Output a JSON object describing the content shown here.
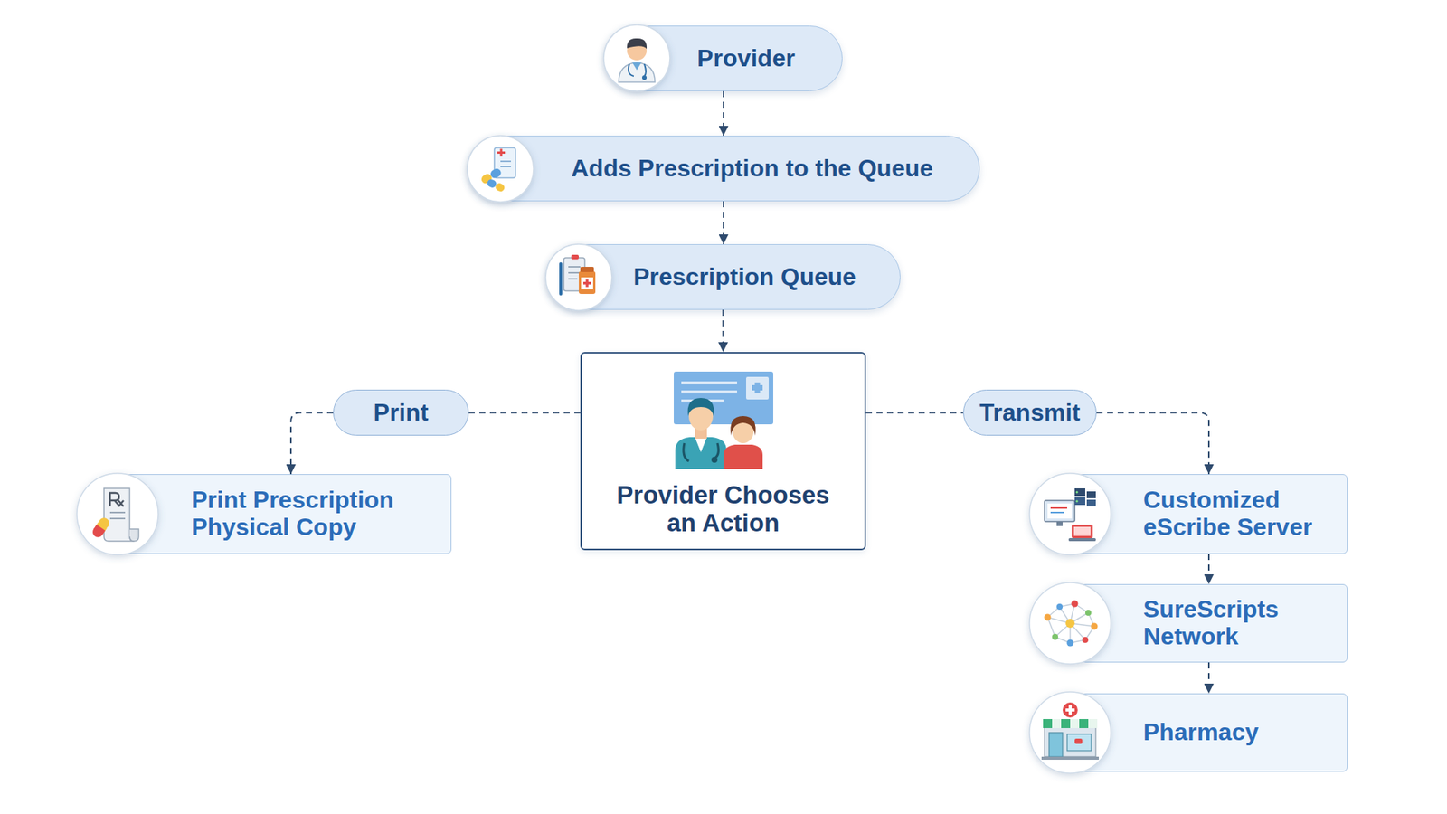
{
  "diagram": {
    "nodes": [
      {
        "text": [
          "Provider"
        ]
      },
      {
        "text": [
          "Adds Prescription to the Queue"
        ]
      },
      {
        "text": [
          "Prescription Queue"
        ]
      },
      {
        "text": [
          "Print"
        ]
      },
      {
        "text": [
          "Provider Chooses an Action"
        ]
      },
      {
        "text": [
          "Transmit"
        ]
      },
      {
        "text": [
          "Print Prescription Physical Copy"
        ]
      },
      {
        "text": [
          "Customized eScribe Server"
        ]
      },
      {
        "text": [
          "SureScripts Network"
        ]
      },
      {
        "text": [
          "Pharmacy"
        ]
      }
    ],
    "edges": [
      {
        "from": 0,
        "to": 1,
        "arrow": "to"
      },
      {
        "from": 1,
        "to": 2,
        "arrow": "to"
      },
      {
        "from": 2,
        "to": 4,
        "arrow": "to"
      },
      {
        "from": 4,
        "to": 3,
        "arrow": "none"
      },
      {
        "from": 3,
        "to": 6,
        "arrow": "to"
      },
      {
        "from": 4,
        "to": 5,
        "arrow": "none"
      },
      {
        "from": 5,
        "to": 7,
        "arrow": "to"
      },
      {
        "from": 7,
        "to": 8,
        "arrow": "to"
      },
      {
        "from": 8,
        "to": 9,
        "arrow": "to"
      }
    ]
  }
}
